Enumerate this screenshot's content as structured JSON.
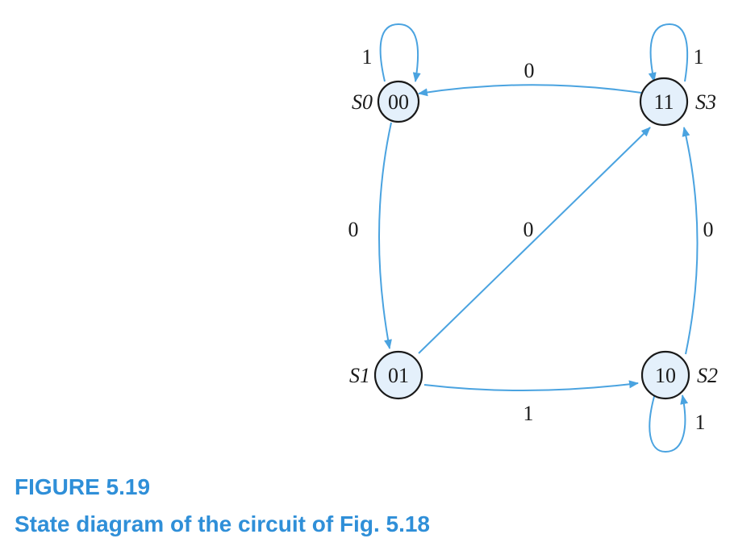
{
  "colors": {
    "edge": "#4aa3e0",
    "node_fill": "#e4f0fb",
    "node_stroke": "#1a1a1a",
    "caption": "#2f8fd8"
  },
  "states": {
    "s0": {
      "name": "S0",
      "code": "00"
    },
    "s1": {
      "name": "S1",
      "code": "01"
    },
    "s2": {
      "name": "S2",
      "code": "10"
    },
    "s3": {
      "name": "S3",
      "code": "11"
    }
  },
  "transitions": {
    "s0_self": "1",
    "s3_to_s0": "0",
    "s3_self": "1",
    "s0_to_s1": "0",
    "s1_to_s3": "0",
    "s2_to_s3": "0",
    "s1_to_s2": "1",
    "s2_self": "1"
  },
  "caption": {
    "number": "FIGURE 5.19",
    "text": "State diagram of the circuit of Fig. 5.18"
  }
}
